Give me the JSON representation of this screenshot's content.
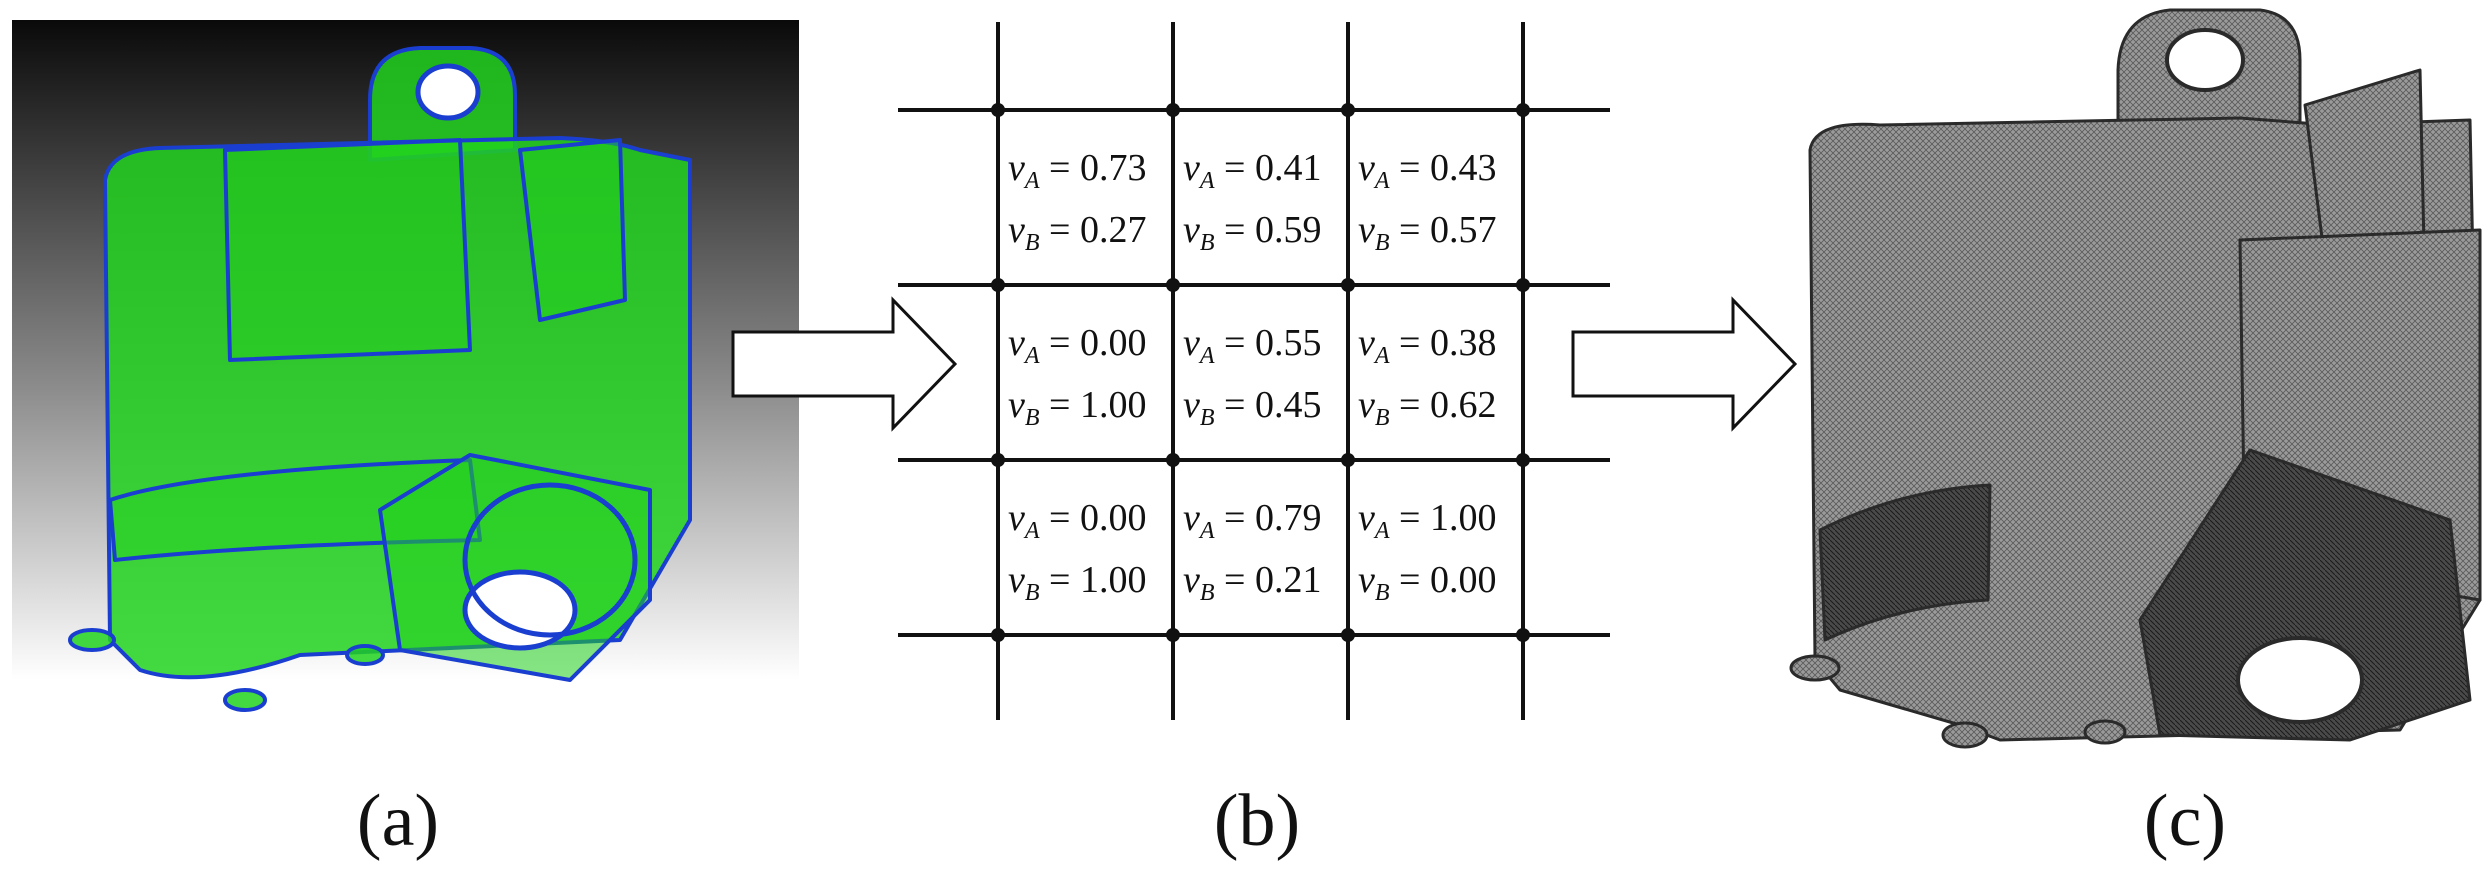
{
  "panels": [
    {
      "caption": "(a)"
    },
    {
      "caption": "(b)"
    },
    {
      "caption": "(c)"
    }
  ],
  "grid": {
    "variable": "v",
    "materials": [
      "A",
      "B"
    ],
    "cells": [
      [
        {
          "a": "0.73",
          "b": "0.27"
        },
        {
          "a": "0.41",
          "b": "0.59"
        },
        {
          "a": "0.43",
          "b": "0.57"
        }
      ],
      [
        {
          "a": "0.00",
          "b": "1.00"
        },
        {
          "a": "0.55",
          "b": "0.45"
        },
        {
          "a": "0.38",
          "b": "0.62"
        }
      ],
      [
        {
          "a": "0.00",
          "b": "1.00"
        },
        {
          "a": "0.79",
          "b": "0.21"
        },
        {
          "a": "1.00",
          "b": "0.00"
        }
      ]
    ]
  },
  "colors": {
    "model_fill": "#22d21e",
    "model_edge": "#1a3fd0",
    "mesh_gray": "#8c8c8c",
    "grid_line": "#111111"
  },
  "icons": [
    "arrow-right-icon"
  ]
}
